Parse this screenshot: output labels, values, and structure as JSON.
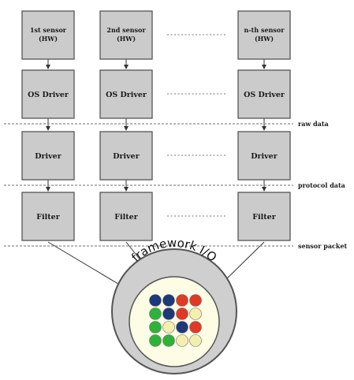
{
  "sensors": [
    {
      "hw_line1": "1st sensor",
      "hw_line2": "(HW)",
      "os_driver": "OS Driver",
      "driver": "Driver",
      "filter": "Filter"
    },
    {
      "hw_line1": "2nd sensor",
      "hw_line2": "(HW)",
      "os_driver": "OS Driver",
      "driver": "Driver",
      "filter": "Filter"
    },
    {
      "hw_line1": "n-th sensor",
      "hw_line2": "(HW)",
      "os_driver": "OS Driver",
      "driver": "Driver",
      "filter": "Filter"
    }
  ],
  "layers": {
    "raw_data": "raw data",
    "protocol_data": "protocol data",
    "sensor_packet": "sensor packet"
  },
  "framework": {
    "label": "framework I/O",
    "grid": [
      [
        "blue",
        "blue",
        "red",
        "red"
      ],
      [
        "green",
        "blue",
        "red",
        "yellow"
      ],
      [
        "green",
        "yellow",
        "blue",
        "red"
      ],
      [
        "green",
        "green",
        "yellow",
        "yellow"
      ]
    ],
    "colors": {
      "blue": "#1c3a7a",
      "red": "#e03a26",
      "green": "#2eb33a",
      "yellow": "#f4eeb0"
    }
  }
}
